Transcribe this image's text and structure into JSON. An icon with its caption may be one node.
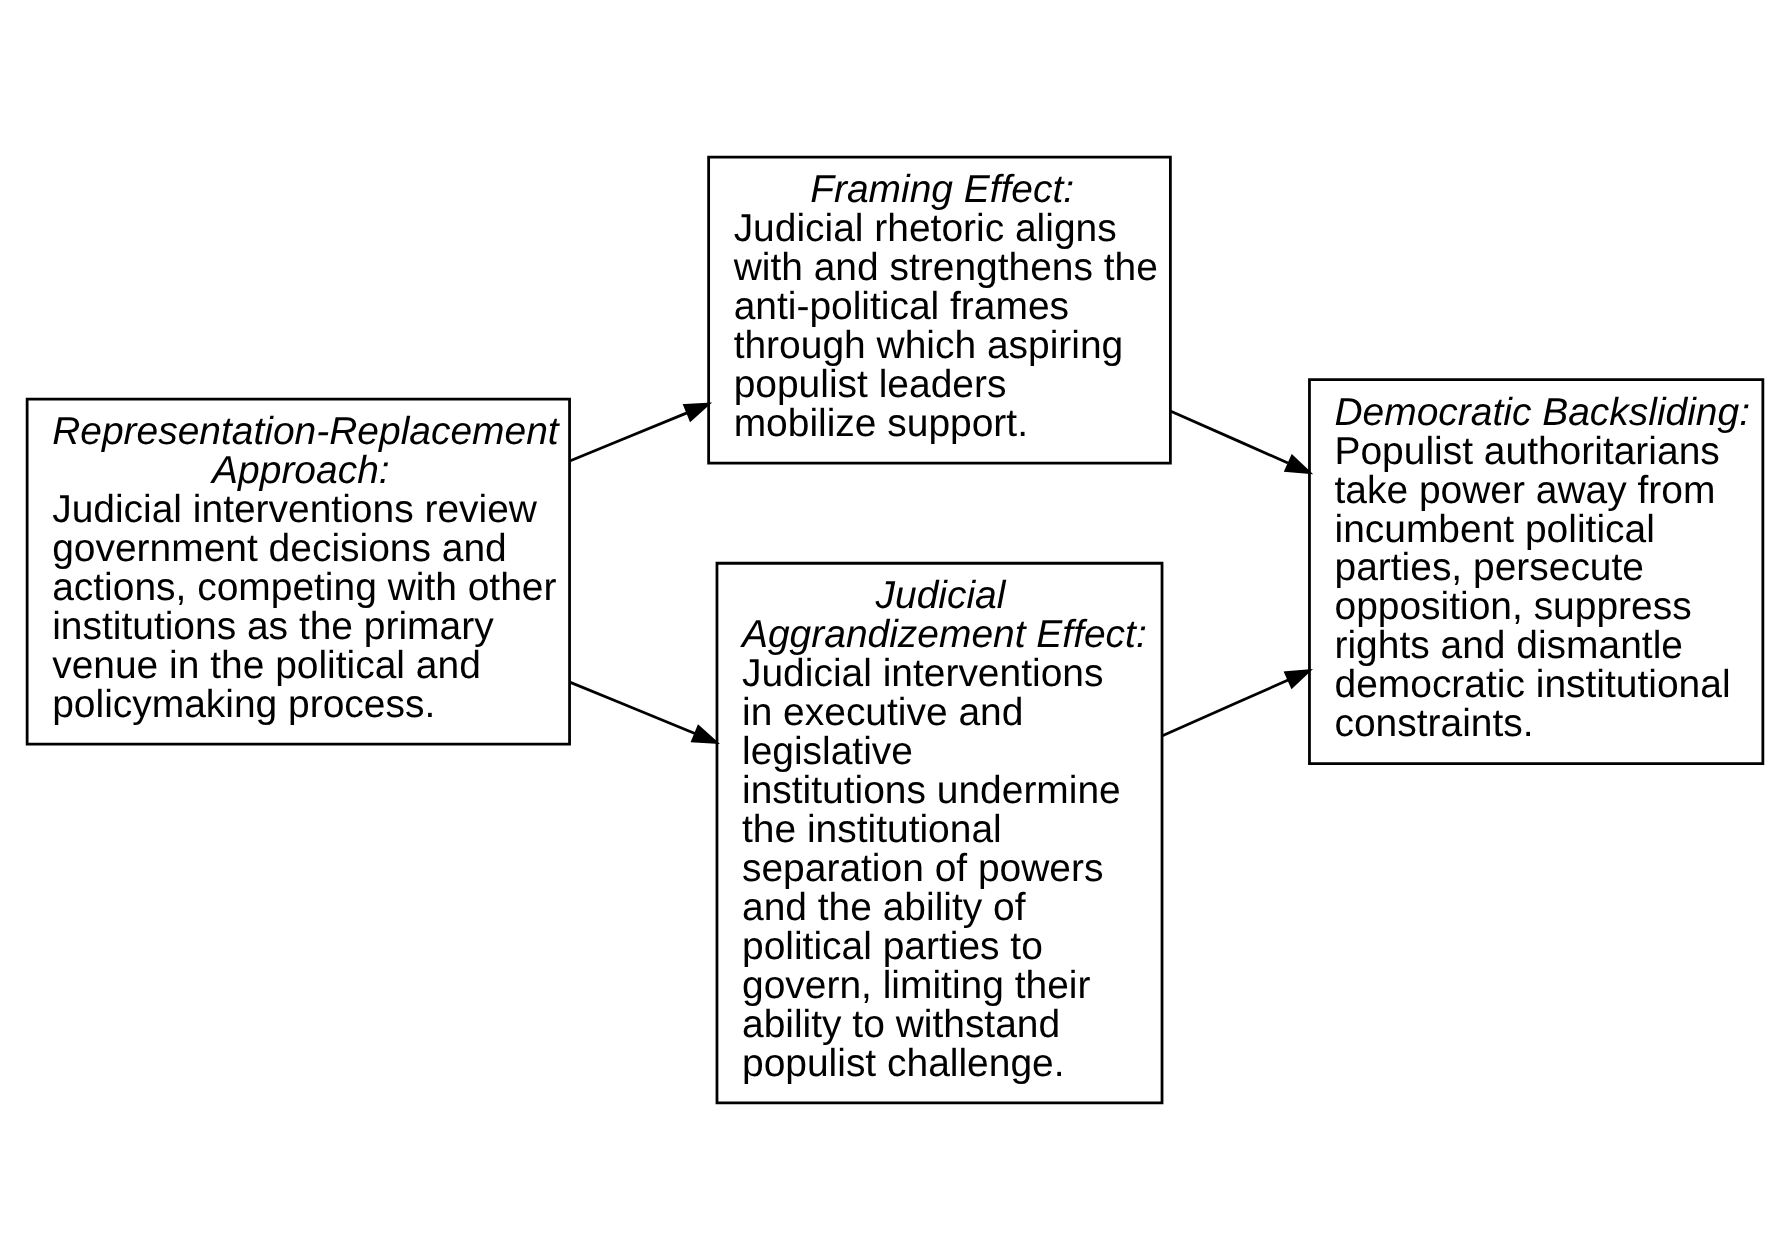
{
  "diagram": {
    "nodes": [
      {
        "text": [
          "Representation-Replacement Approach:",
          "Judicial interventions review government decisions and actions, competing with other institutions as the primary venue in the political and policymaking process."
        ]
      },
      {
        "text": [
          "Framing Effect:",
          "Judicial rhetoric aligns with and strengthens the anti-political frames through which aspiring populist leaders mobilize support."
        ]
      },
      {
        "text": [
          "Judicial Aggrandizement Effect:",
          "Judicial interventions in executive and legislative institutions undermine the institutional separation of powers and the ability of political parties to govern, limiting their ability to withstand populist challenge."
        ]
      },
      {
        "text": [
          "Democratic Backsliding:",
          "Populist authoritarians take power away from incumbent political parties, persecute opposition, suppress rights and dismantle democratic institutional constraints."
        ]
      }
    ],
    "edges": [
      {
        "from": 0,
        "to": 1,
        "arrow": "to"
      },
      {
        "from": 0,
        "to": 2,
        "arrow": "to"
      },
      {
        "from": 1,
        "to": 3,
        "arrow": "to"
      },
      {
        "from": 2,
        "to": 3,
        "arrow": "to"
      }
    ]
  }
}
